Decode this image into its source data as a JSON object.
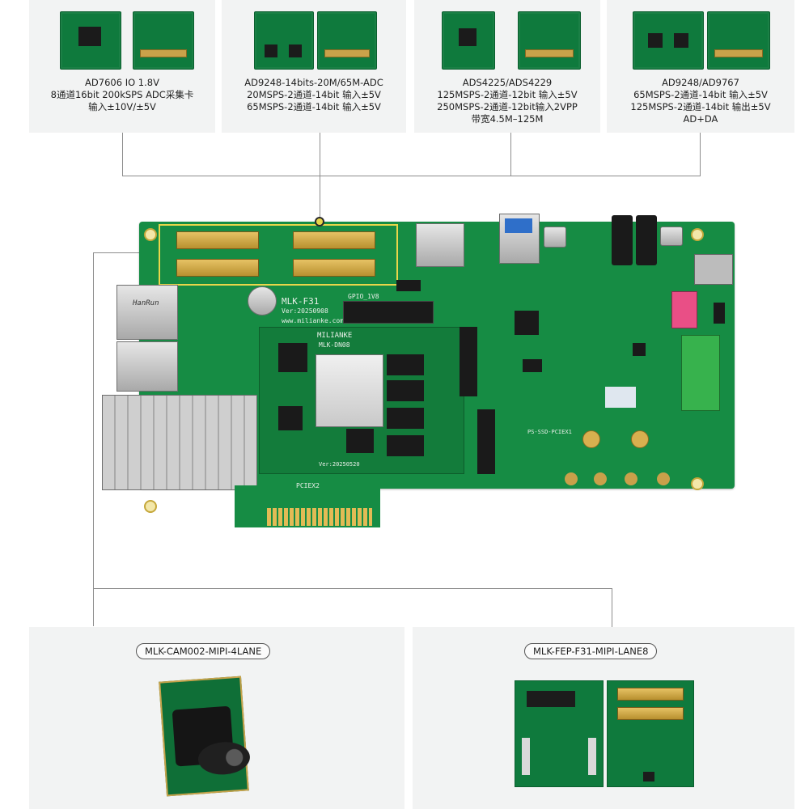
{
  "top_modules": [
    {
      "lines": [
        "AD7606  IO 1.8V",
        "8通道16bit 200kSPS ADC采集卡",
        "输入±10V/±5V"
      ]
    },
    {
      "lines": [
        "AD9248-14bits-20M/65M-ADC",
        "20MSPS-2通道-14bit 输入±5V",
        "65MSPS-2通道-14bit 输入±5V"
      ]
    },
    {
      "lines": [
        "ADS4225/ADS4229",
        "125MSPS-2通道-12bit 输入±5V",
        "250MSPS-2通道-12bit输入2VPP",
        "带宽4.5M–125M"
      ]
    },
    {
      "lines": [
        "AD9248/AD9767",
        "65MSPS-2通道-14bit 输入±5V",
        "125MSPS-2通道-14bit 输出±5V",
        "AD+DA"
      ]
    }
  ],
  "board": {
    "name_label": "MLK-F31",
    "version_label": "Ver:20250908",
    "site_label": "www.milianke.com",
    "brand_label": "MILIANKE",
    "module_label": "MLK-DN08",
    "core_version": "Ver:20250520",
    "gpio_label": "GPIO_1V8",
    "pcie_label": "PCIEX2",
    "m2_label": "PS-SSD-PCIEX1",
    "jack_brand": "HanRun"
  },
  "bottom_modules": [
    {
      "tag": "MLK-CAM002-MIPI-4LANE"
    },
    {
      "tag": "MLK-FEP-F31-MIPI-LANE8"
    }
  ],
  "colors": {
    "pcb_green": "#168c44",
    "panel_gray": "#f2f3f3",
    "gold": "#d8b04f"
  }
}
